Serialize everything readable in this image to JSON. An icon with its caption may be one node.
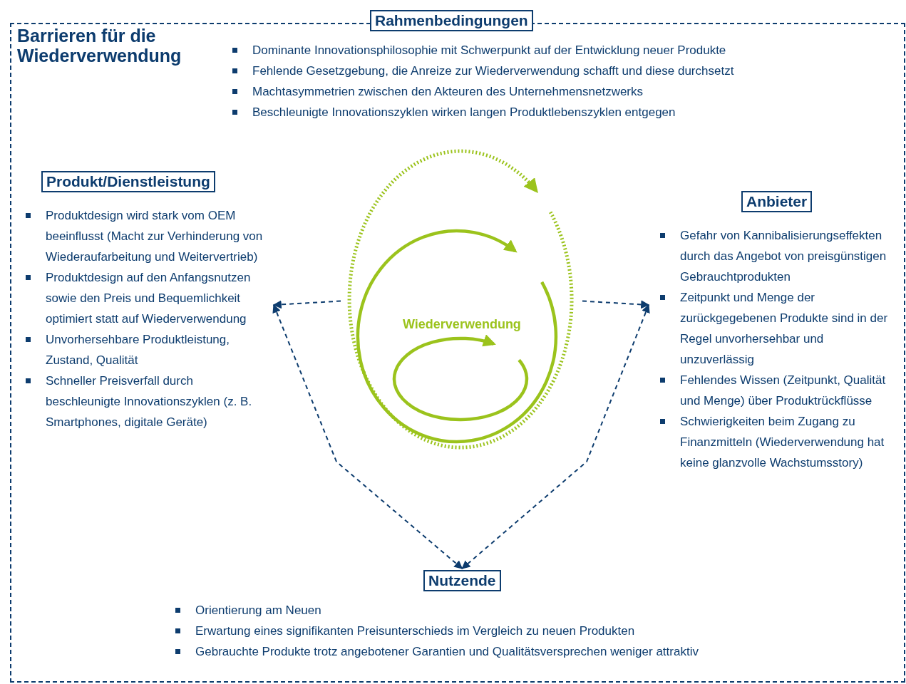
{
  "diagram": {
    "nodes": [
      {
        "text": [
          "Barrieren für die Wiederverwendung"
        ]
      },
      {
        "text": [
          "Rahmenbedingungen",
          "Dominante Innovationsphilosophie mit Schwerpunkt auf der Entwicklung neuer Produkte",
          "Fehlende Gesetzgebung, die Anreize zur Wiederverwendung schafft und diese durchsetzt",
          "Machtasymmetrien zwischen den Akteuren des Unternehmensnetzwerks",
          "Beschleunigte Innovationszyklen wirken langen Produktlebenszyklen entgegen"
        ],
        "in": 0
      },
      {
        "text": [
          "Produkt/Dienstleistung",
          "Produktdesign wird stark vom OEM beeinflusst (Macht zur Verhinderung von Wiederaufarbeitung und Weitervertrieb)",
          "Produktdesign auf den Anfangsnutzen sowie den Preis und Bequemlichkeit optimiert statt auf Wiederverwendung",
          "Unvorhersehbare Produktleistung, Zustand, Qualität",
          "Schneller Preisverfall durch beschleunigte Innovationszyklen (z. B. Smartphones, digitale Geräte)"
        ],
        "in": 0
      },
      {
        "text": [
          "Anbieter",
          "Gefahr von Kannibalisierungseffekten durch das Angebot von preisgünstigen Gebrauchtprodukten",
          "Zeitpunkt und Menge der zurückgegebenen Produkte sind in der Regel unvorhersehbar und unzuverlässig",
          "Fehlendes Wissen (Zeitpunkt, Qualität und Menge) über Produktrückflüsse",
          "Schwierigkeiten beim Zugang zu Finanzmitteln (Wiederverwendung hat keine glanzvolle Wachstumsstory)"
        ],
        "in": 0
      },
      {
        "text": [
          "Nutzende",
          "Orientierung am Neuen",
          "Erwartung eines signifikanten Preisunterschieds im Vergleich zu neuen Produkten",
          "Gebrauchte Produkte trotz angebotener Garantien und Qualitätsversprechen weniger attraktiv"
        ],
        "in": 0
      },
      {
        "text": [
          "Wiederverwendung"
        ],
        "in": 0
      }
    ],
    "edges": [
      {
        "from": 5,
        "to": 2,
        "arrow": "to",
        "style": "dashed"
      },
      {
        "from": 5,
        "to": 3,
        "arrow": "to",
        "style": "dashed"
      },
      {
        "from": 2,
        "to": 4,
        "arrow": "both",
        "style": "dashed"
      },
      {
        "from": 3,
        "to": 4,
        "arrow": "both",
        "style": "dashed"
      }
    ]
  }
}
